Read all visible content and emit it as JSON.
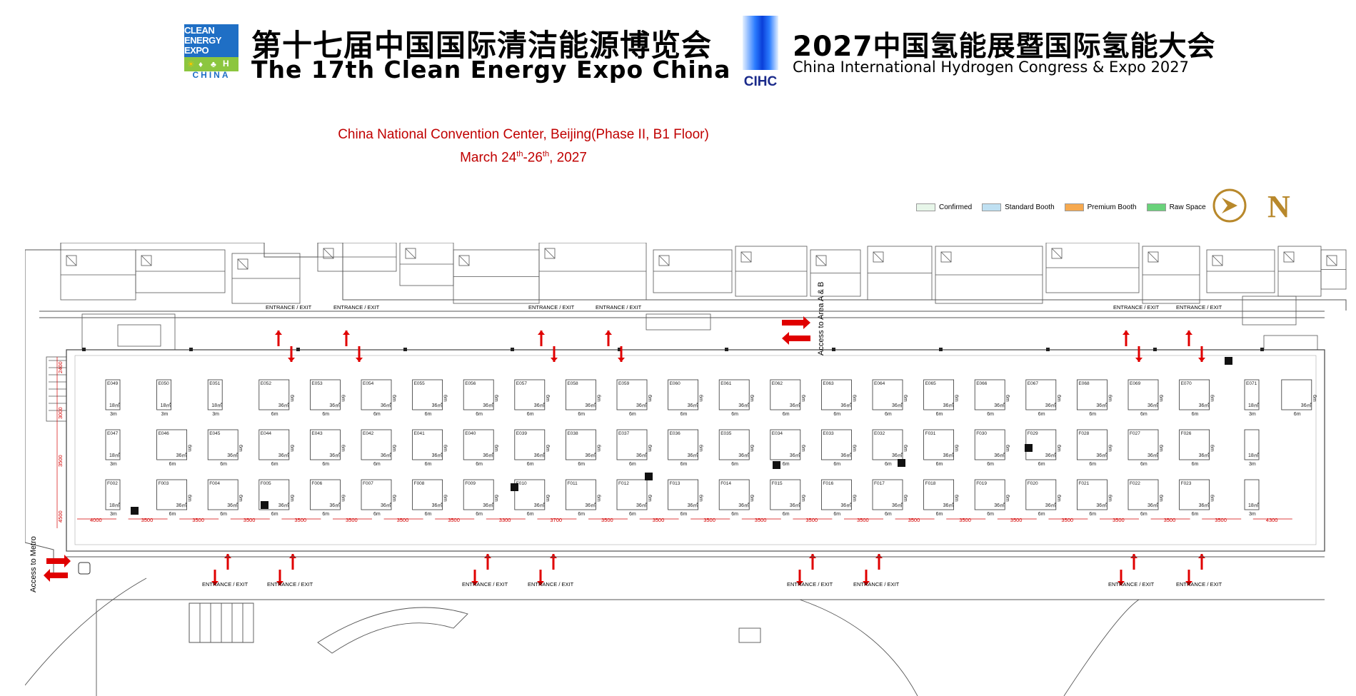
{
  "header": {
    "expo_logo_lines": [
      "CLEAN",
      "ENERGY",
      "EXPO",
      "CHINA"
    ],
    "expo_title_cn": "第十七届中国国际清洁能源博览会",
    "expo_title_en": "The 17th Clean Energy Expo China",
    "cihc_logo_text": "CIHC",
    "cihc_title_cn": "2027中国氢能展暨国际氢能大会",
    "cihc_title_en": "China International Hydrogen Congress & Expo 2027"
  },
  "venue": "China National Convention Center, Beijing(Phase II, B1 Floor)",
  "dates": {
    "prefix": "March 24",
    "sup1": "th",
    "middle": "-26",
    "sup2": "th",
    "suffix": ", 2027"
  },
  "legend": [
    {
      "label": "Confirmed",
      "color": "#e7f6e9"
    },
    {
      "label": "Standard Booth",
      "color": "#bfe0f2"
    },
    {
      "label": "Premium Booth",
      "color": "#f6a94f"
    },
    {
      "label": "Raw Space",
      "color": "#69d27a"
    }
  ],
  "compass": {
    "letter": "N",
    "color": "#b8882b"
  },
  "floorplan": {
    "row_top": [
      "E049",
      "E050",
      "E051",
      "E052",
      "E053",
      "E054",
      "E055",
      "E056",
      "E057",
      "E058",
      "E059",
      "E060",
      "E061",
      "E062",
      "E063",
      "E064",
      "E065",
      "E066",
      "E067",
      "E068",
      "E069",
      "E070",
      "E071",
      ""
    ],
    "row_middle": [
      "E047",
      "E046",
      "E045",
      "E044",
      "E043",
      "E042",
      "E041",
      "E040",
      "E039",
      "E038",
      "E037",
      "E036",
      "E035",
      "E034",
      "E033",
      "E032",
      "F031",
      "F030",
      "F029",
      "F028",
      "F027",
      "F026",
      ""
    ],
    "row_bottom": [
      "F002",
      "F003",
      "F004",
      "F005",
      "F006",
      "F007",
      "F008",
      "F009",
      "F010",
      "F011",
      "F012",
      "F013",
      "F014",
      "F015",
      "F016",
      "F017",
      "F018",
      "F019",
      "F020",
      "F021",
      "F022",
      "F023",
      ""
    ],
    "booth_area_label": "36㎡",
    "small_area_label": "18㎡",
    "dim_6m": "6m",
    "dim_3m": "3m",
    "aisle_dims": [
      "4000",
      "3500",
      "3500",
      "3500",
      "3500",
      "3500",
      "3500",
      "3500",
      "3300",
      "3700",
      "3500",
      "3500",
      "3500",
      "3500",
      "3500",
      "3500",
      "3500",
      "3500",
      "3500",
      "3500",
      "3500",
      "3500",
      "3500",
      "4300"
    ],
    "vertical_dims": [
      "2400",
      "3000",
      "3500",
      "4500"
    ],
    "entrance_label": "ENTRANCE / EXIT",
    "access_area": "Access to Area A & B",
    "access_metro": "Access to Metro"
  }
}
